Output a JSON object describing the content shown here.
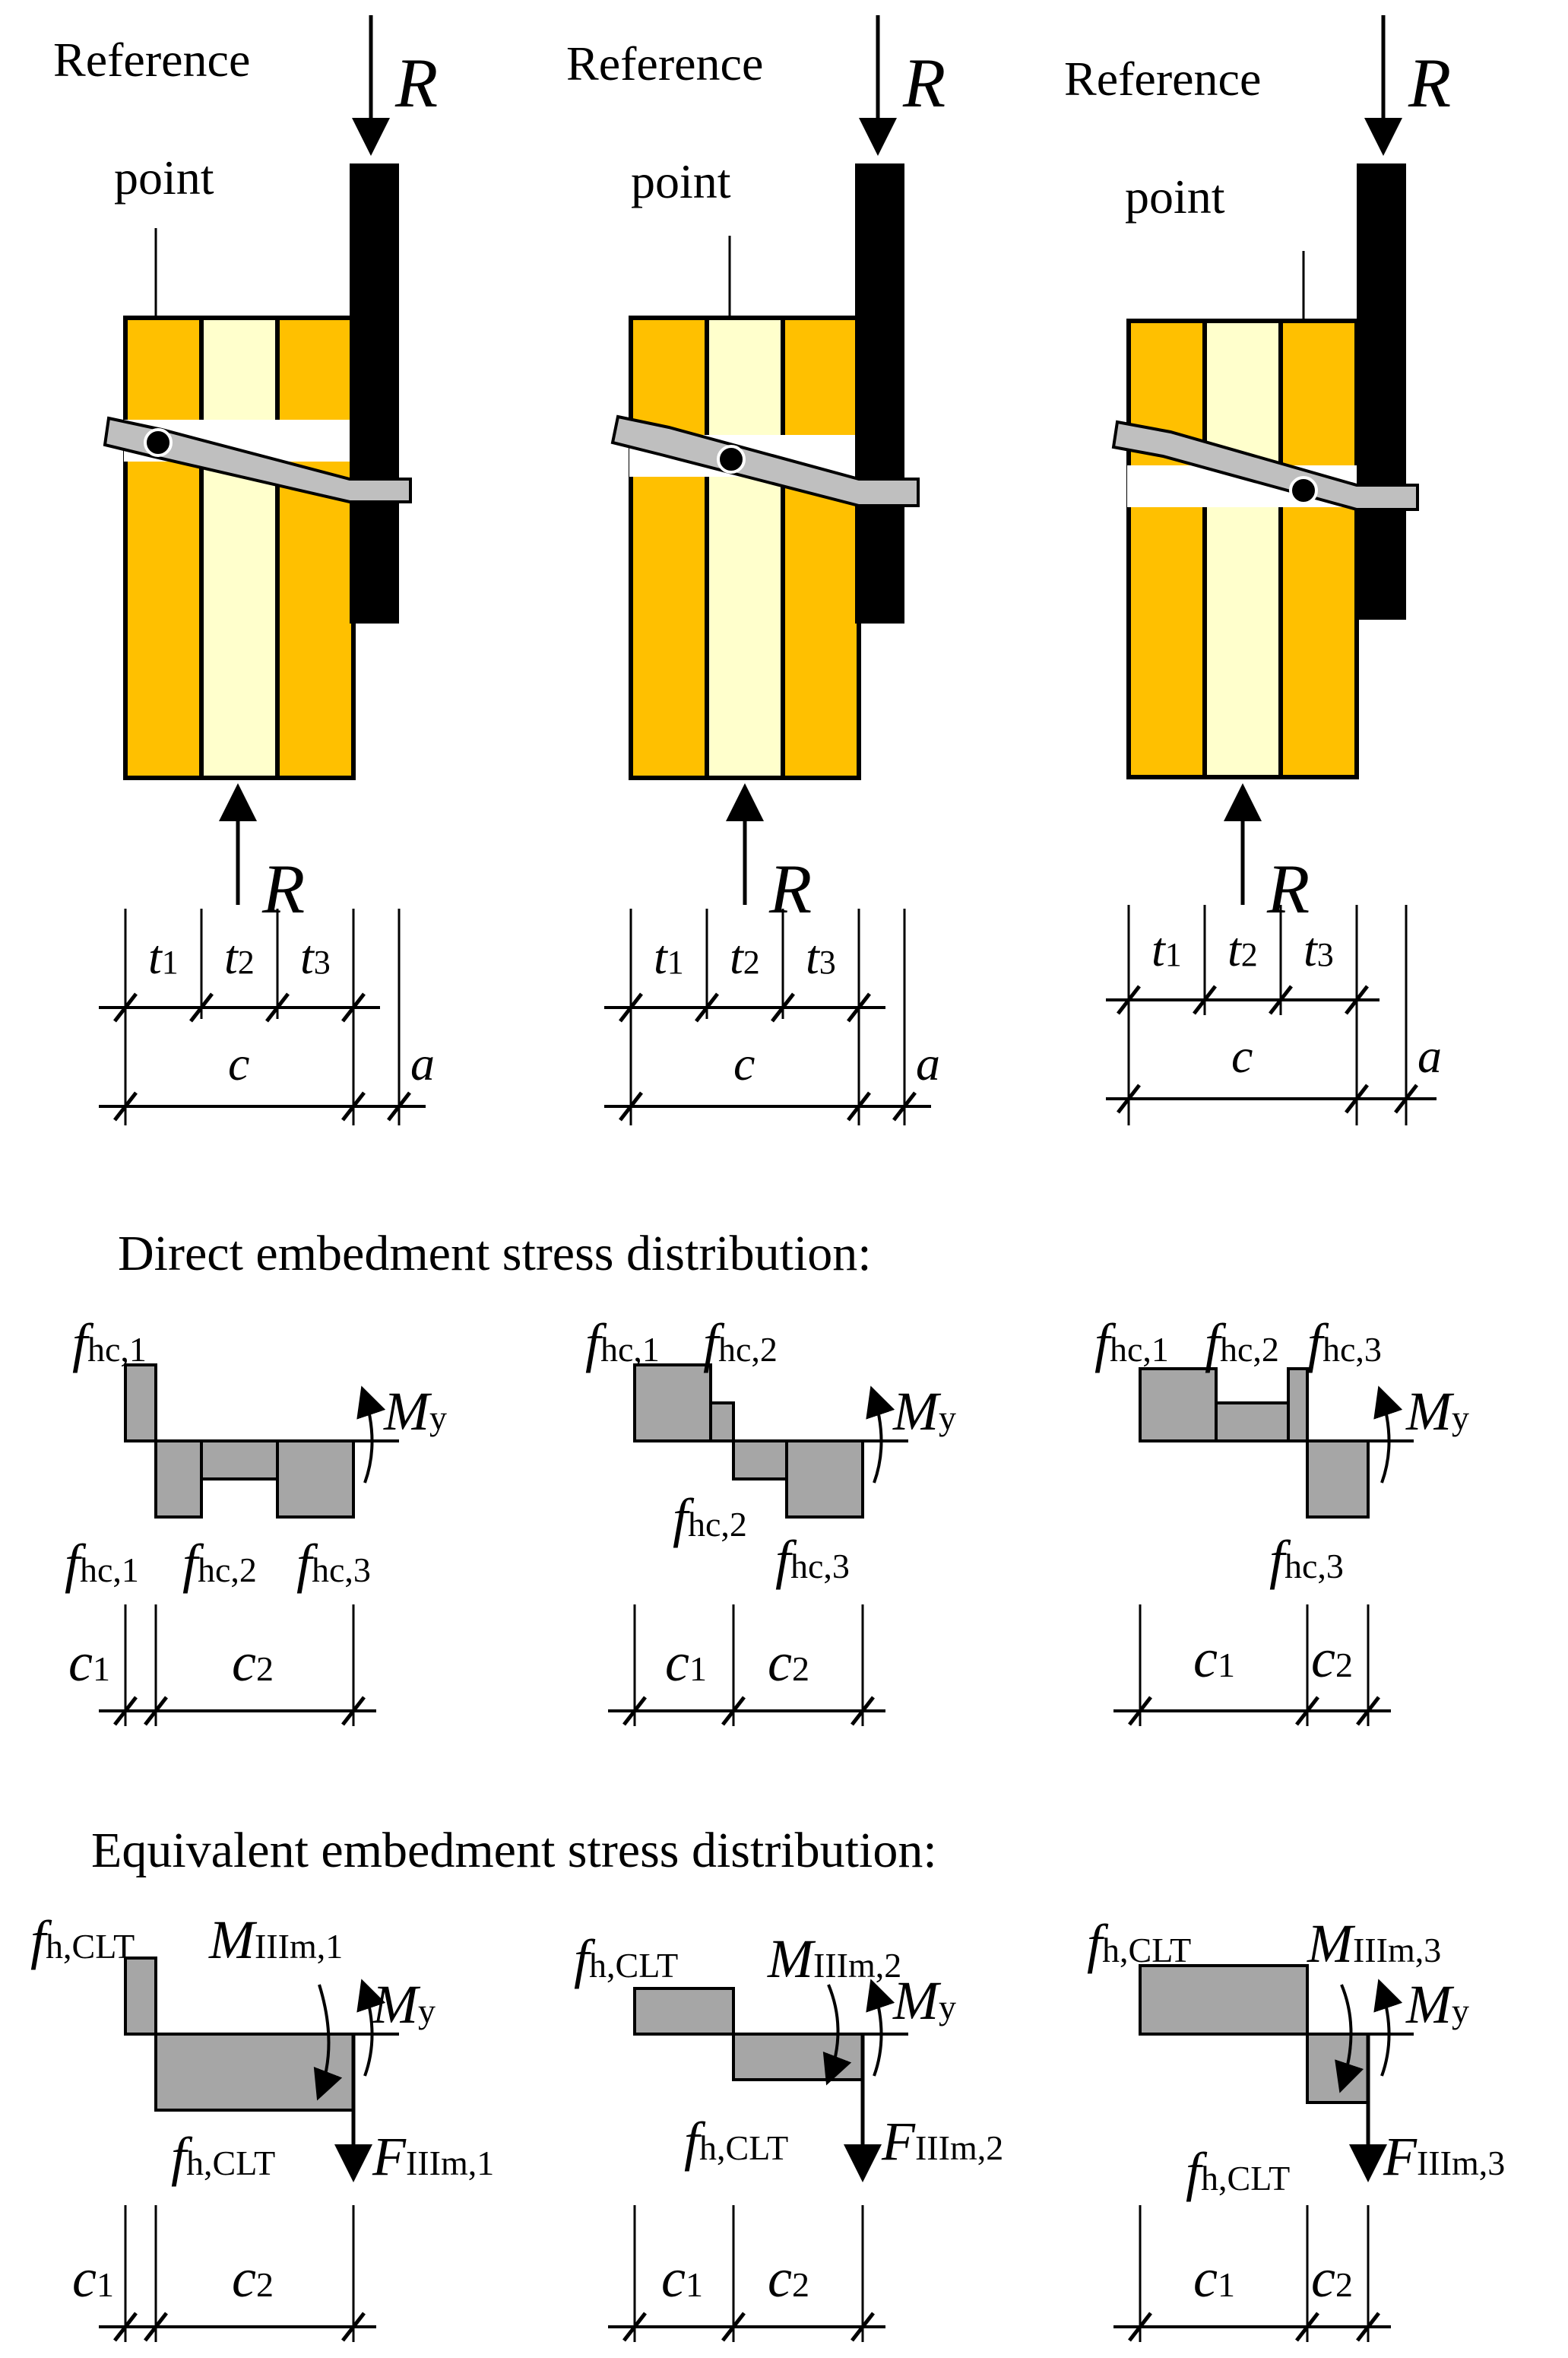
{
  "colors": {
    "outer_layer": "#ffc000",
    "middle_layer": "#ffffcc",
    "steel_plate": "#000000",
    "dowel": "#bfbfbf",
    "stress_fill": "#a6a6a6"
  },
  "top": {
    "reference_word": "Reference",
    "point_word": "point",
    "force": "R",
    "t1_main": "t",
    "t1_sub": "1",
    "t2_main": "t",
    "t2_sub": "2",
    "t3_main": "t",
    "t3_sub": "3",
    "c": "c",
    "a": "a"
  },
  "headings": {
    "direct": "Direct embedment stress distribution:",
    "equivalent": "Equivalent embedment stress distribution:"
  },
  "direct": {
    "f": "f",
    "hc1": "hc,1",
    "hc2": "hc,2",
    "hc3": "hc,3",
    "M": "M",
    "y": "y"
  },
  "equivalent": {
    "f": "f",
    "hclt": "h,CLT",
    "M": "M",
    "F": "F",
    "y": "y",
    "m1": "IIIm,1",
    "m2": "IIIm,2",
    "m3": "IIIm,3"
  },
  "dims": {
    "c": "c",
    "s1": "1",
    "s2": "2"
  }
}
